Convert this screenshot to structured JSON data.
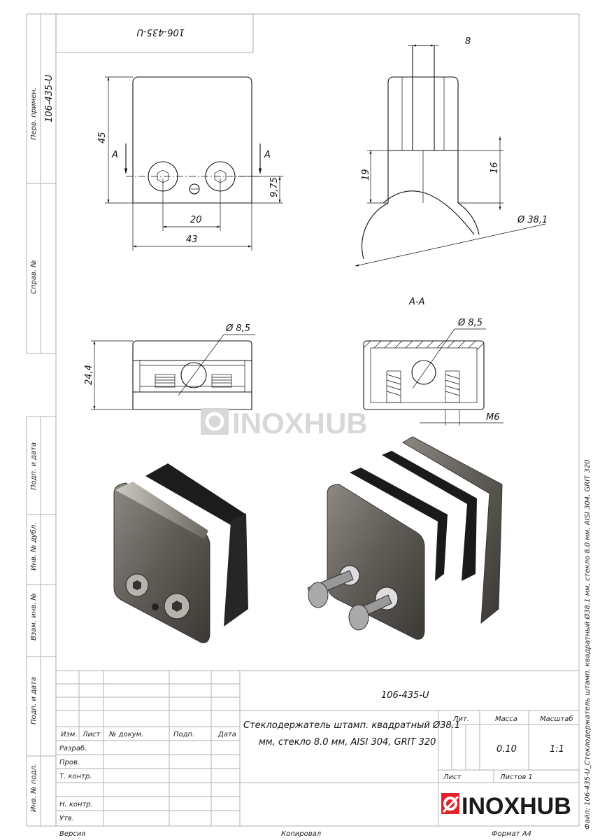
{
  "stamp_code": "106-435-U",
  "left_strip": {
    "perv_primen": "Перв. примен.",
    "perv_primen_value": "106-435-U",
    "sprav_no": "Справ. №",
    "podp_data_1": "Подп. и дата",
    "inv_dubl": "Инв. № дубл.",
    "vzam_inv": "Взам. инв. №",
    "podp_data_2": "Подп. и дата",
    "inv_podl": "Инв. № подл."
  },
  "dimensions": {
    "height_45": "45",
    "arrow_a_left": "A",
    "arrow_a_right": "A",
    "offset_975": "9,75",
    "hole_spacing_20": "20",
    "width_43": "43",
    "glass_8": "8",
    "height_19": "19",
    "height_16": "16",
    "pipe_diameter": "Ø 38,1",
    "section_label": "A-A",
    "hole_diameter_1": "Ø 8,5",
    "hole_diameter_2": "Ø 8,5",
    "depth_244": "24,4",
    "thread_m6": "M6"
  },
  "watermark": "INOXHUB",
  "title_block": {
    "designation": "106-435-U",
    "description_line1": "Стеклодержатель штамп. квадратный Ø38.1",
    "description_line2": "мм, стекло 8.0 мм, AISI 304, GRIT 320",
    "headers": {
      "izm": "Изм.",
      "list": "Лист",
      "doc_no": "№ докум.",
      "podp": "Подп.",
      "data": "Дата"
    },
    "roles": [
      "Разраб.",
      "Пров.",
      "Т. контр.",
      "Н. контр.",
      "Утв."
    ],
    "lit_label": "Лит.",
    "mass_label": "Масса",
    "scale_label": "Масштаб",
    "mass_value": "0.10",
    "scale_value": "1:1",
    "sheet_label": "Лист",
    "sheets_label": "Листов 1",
    "logo_text": "INOXHUB",
    "logo_color": "#e3232b"
  },
  "footer": {
    "version": "Версия",
    "copied": "Копировал",
    "format": "Формат А4"
  },
  "file_caption": "Файл: 106-435-U_Стеклодержатель штамп. квадратный Ø38.1 мм, стекло 8.0 мм, AISI 304, GRIT 320"
}
